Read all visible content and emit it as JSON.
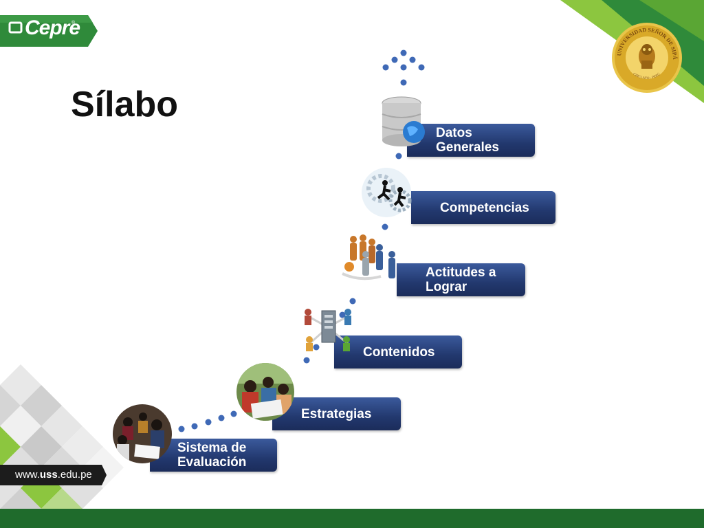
{
  "logo": {
    "text": "Cepre",
    "reg": "®"
  },
  "title": "Sílabo",
  "seal": {
    "top_text": "UNIVERSIDAD SEÑOR DE SIPÁN",
    "bottom_text": "CHICLAYO - PERÚ"
  },
  "steps": [
    {
      "label": "Datos Generales",
      "icon": "database-globe-icon"
    },
    {
      "label": "Competencias",
      "icon": "competition-gears-icon"
    },
    {
      "label": "Actitudes a Lograr",
      "icon": "team-people-icon"
    },
    {
      "label": "Contenidos",
      "icon": "server-network-icon"
    },
    {
      "label": "Estrategias",
      "icon": "students-group-photo"
    },
    {
      "label": "Sistema de Evaluación",
      "icon": "students-exam-photo"
    }
  ],
  "footer": {
    "url_prefix": "www.",
    "url_domain": "uss",
    "url_suffix": ".edu.pe"
  },
  "colors": {
    "label_blue": "#22386e",
    "dot_blue": "#3f69b6",
    "brand_green": "#2f8a3a",
    "light_green": "#8cc63f",
    "footer_green": "#1f6b2c"
  }
}
